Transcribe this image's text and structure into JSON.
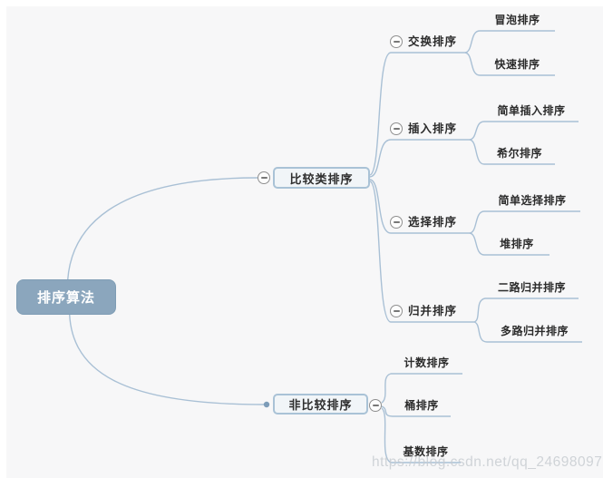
{
  "root": {
    "label": "排序算法"
  },
  "branch_compare": {
    "label": "比较类排序",
    "children": [
      {
        "label": "交换排序",
        "leaves": [
          {
            "label": "冒泡排序"
          },
          {
            "label": "快速排序"
          }
        ]
      },
      {
        "label": "插入排序",
        "leaves": [
          {
            "label": "简单插入排序"
          },
          {
            "label": "希尔排序"
          }
        ]
      },
      {
        "label": "选择排序",
        "leaves": [
          {
            "label": "简单选择排序"
          },
          {
            "label": "堆排序"
          }
        ]
      },
      {
        "label": "归并排序",
        "leaves": [
          {
            "label": "二路归并排序"
          },
          {
            "label": "多路归并排序"
          }
        ]
      }
    ]
  },
  "branch_noncompare": {
    "label": "非比较排序",
    "leaves": [
      {
        "label": "计数排序"
      },
      {
        "label": "桶排序"
      },
      {
        "label": "基数排序"
      }
    ]
  },
  "watermark": {
    "text": "https://blog.csdn.net/qq_24698097"
  },
  "colors": {
    "canvas_bg": "#f7f7f8",
    "root_fill": "#8ba6bd",
    "root_text": "#ffffff",
    "branch_fill": "#f1f5f8",
    "branch_border": "#a9c2d6",
    "line": "#a9c0d5",
    "node_text": "#2b2b2b",
    "collapse_border": "#8f8f8f",
    "watermark_text": "#c6cbd0"
  }
}
